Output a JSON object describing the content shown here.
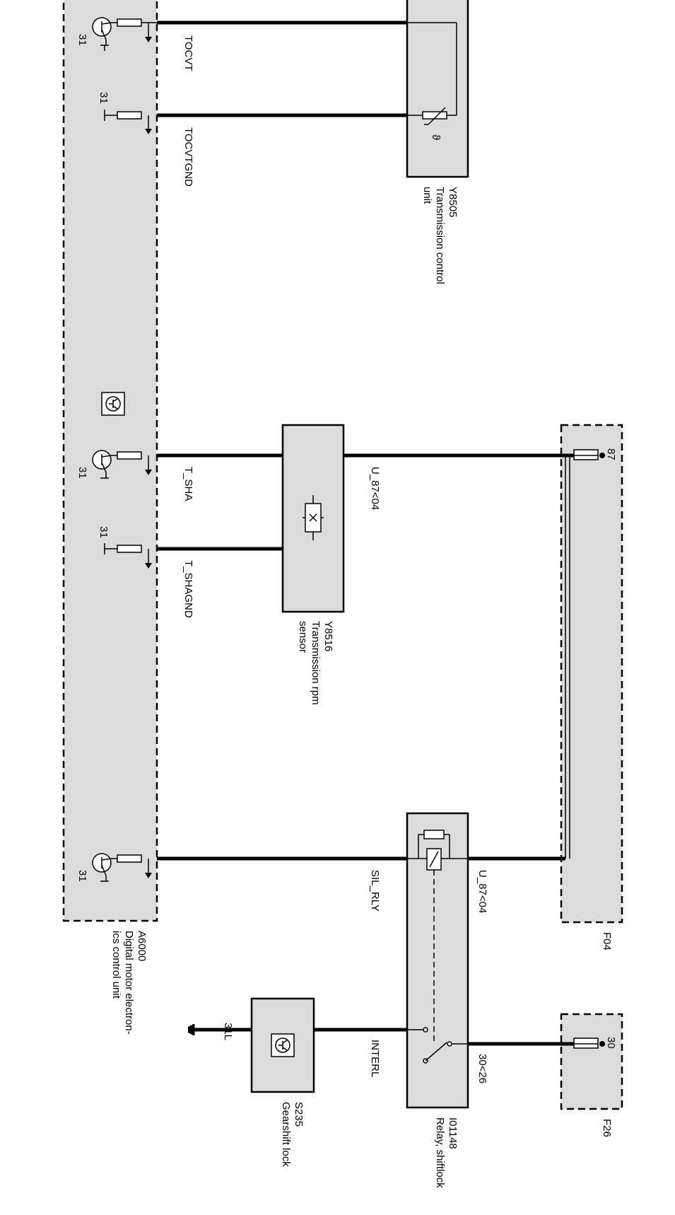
{
  "components": {
    "ecu": {
      "id": "A6000",
      "name_1": "Digital motor electron-",
      "name_2": "ics control unit"
    },
    "tcu": {
      "id": "Y8505",
      "name_1": "Transmission control",
      "name_2": "unit"
    },
    "rpm_sensor": {
      "id": "Y8516",
      "name_1": "Transmission rpm",
      "name_2": "sensor"
    },
    "fuse_f04": {
      "id": "F04"
    },
    "fuse_f26": {
      "id": "F26"
    },
    "relay": {
      "id": "I01148",
      "name": "Relay, shiftlock"
    },
    "gearshift_lock": {
      "id": "S235",
      "name": "Gearshift lock"
    }
  },
  "wires": {
    "tocvt": "TOCVT",
    "tocvtgnd": "TOCVTGND",
    "t_sha": "T_SHA",
    "t_shagnd": "T_SHAGND",
    "u_87_04_a": "U_87<04",
    "sil_rly": "SIL_RLY",
    "u_87_04_b": "U_87<04",
    "interl": "INTERL",
    "v30_26": "30<26"
  },
  "terminals": {
    "t31_a": "31",
    "t31_b": "31",
    "t31_c": "31",
    "t31_d": "31",
    "t31_e": "31",
    "t87": "87",
    "t30": "30",
    "t31l": "31L"
  },
  "symbols": {
    "theta": "ϑ"
  }
}
